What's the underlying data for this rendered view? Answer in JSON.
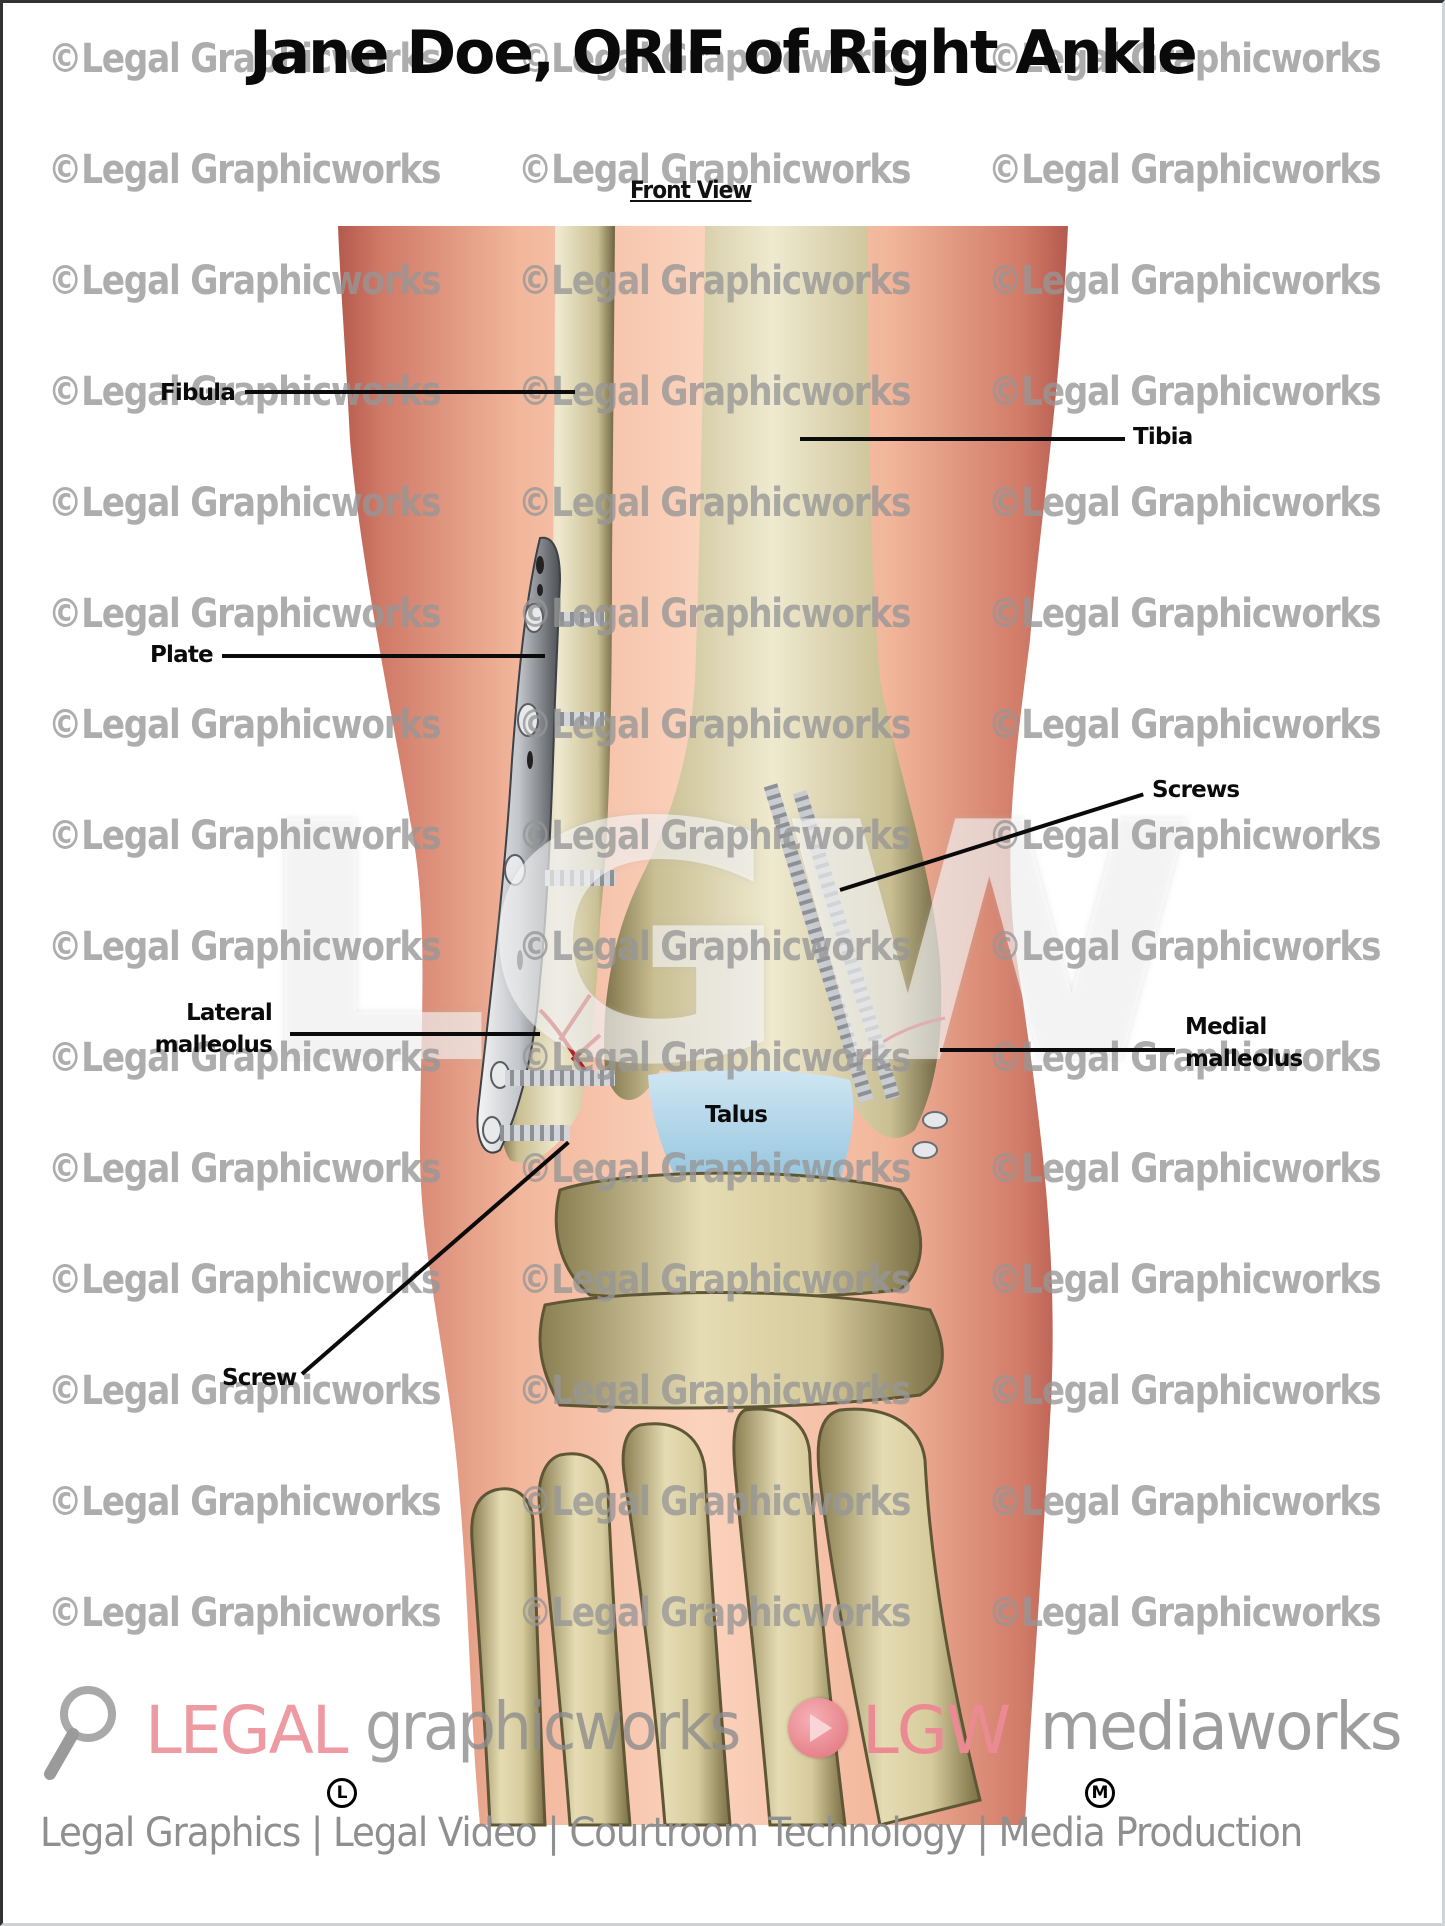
{
  "title": "Jane Doe, ORIF of Right Ankle",
  "subtitle": "Front View",
  "labels": {
    "fibula": "Fibula",
    "tibia": "Tibia",
    "plate": "Plate",
    "screws": "Screws",
    "lateral_malleolus_line1": "Lateral",
    "lateral_malleolus_line2": "malleolus",
    "medial_malleolus_line1": "Medial",
    "medial_malleolus_line2": "malleolus",
    "talus": "Talus",
    "screw": "Screw"
  },
  "watermark": {
    "repeat_text": "©Legal Graphicworks",
    "big_mark": "LGW"
  },
  "footer": {
    "logo_legal": "LEGAL",
    "logo_graphicworks": "graphicworks",
    "logo_lgw": "LGW",
    "logo_mediaworks": "mediaworks",
    "mark_left": "L",
    "mark_right": "M",
    "tagline": "Legal Graphics | Legal Video | Courtroom Technology | Media Production"
  },
  "colors": {
    "skin": "#e49a84",
    "skin_edge": "#c9675a",
    "bone": "#d9d0a8",
    "bone_shadow": "#8f8558",
    "talus_cartilage": "#a9d3ea",
    "fracture": "#c0161a",
    "hardware": "#b9bcc0",
    "logo_pink": "#ee9aa2",
    "watermark_gray": "#a8a8a8"
  }
}
